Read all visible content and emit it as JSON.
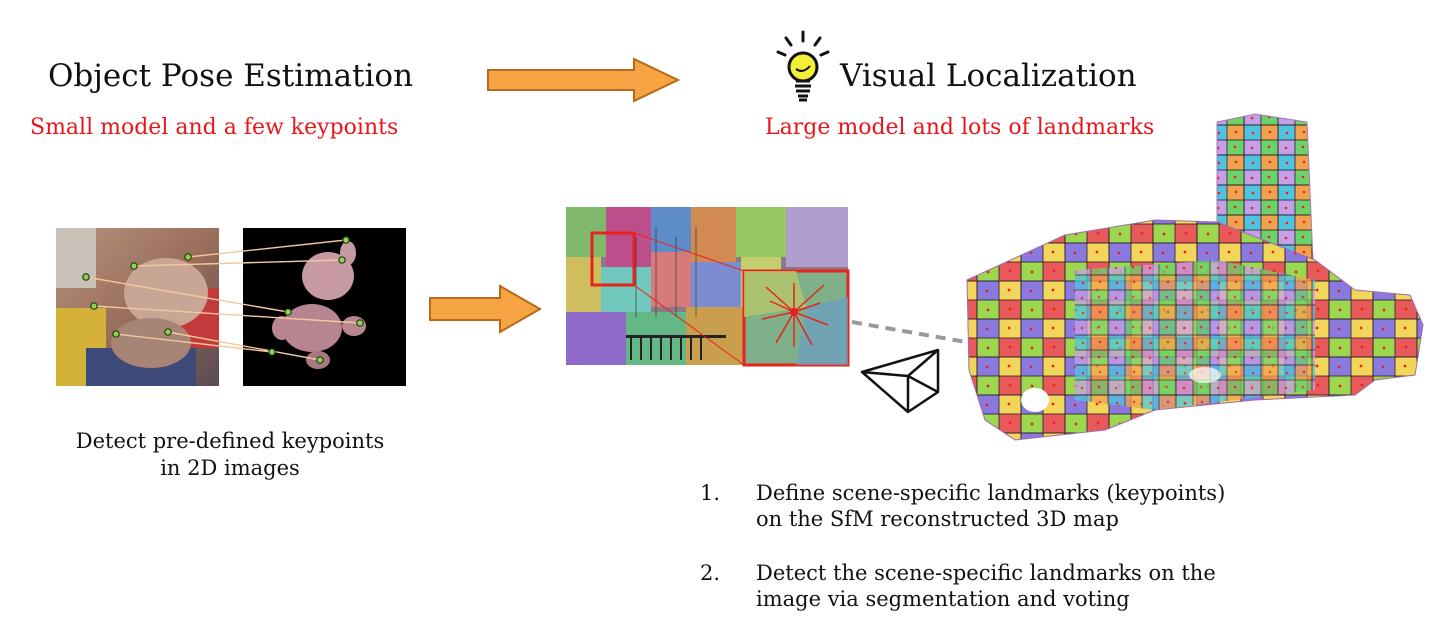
{
  "left": {
    "title": "Object Pose Estimation",
    "subtitle": "Small model and a few keypoints",
    "caption_line1": "Detect pre-defined keypoints",
    "caption_line2": "in 2D images"
  },
  "right": {
    "title": "Visual Localization",
    "subtitle": "Large model and lots of landmarks"
  },
  "steps": [
    {
      "num": "1.",
      "line1": "Define scene-specific landmarks (keypoints)",
      "line2": "on the SfM reconstructed 3D map"
    },
    {
      "num": "2.",
      "line1": "Detect the scene-specific landmarks on the",
      "line2": "image via segmentation and voting"
    }
  ],
  "colors": {
    "subtitle_red": "#e8161b",
    "arrow_fill": "#f6a443",
    "arrow_stroke": "#b9681c",
    "keypoint_green": "#8fd157",
    "bulb_yellow": "#f6ef3a"
  },
  "icons": [
    "arrow-right-icon",
    "lightbulb-icon",
    "camera-frustum-icon"
  ]
}
